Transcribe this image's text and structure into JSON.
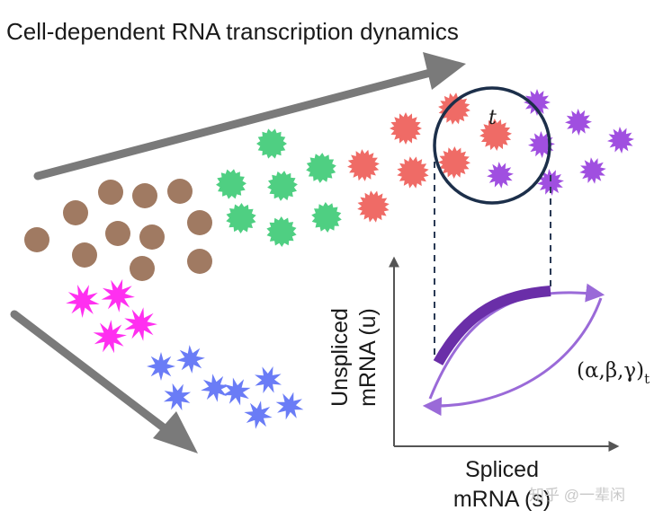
{
  "title": "Cell-dependent RNA transcription dynamics",
  "time_label": "t",
  "y_axis": {
    "line1": "Unspliced",
    "line2": "mRNA (u)"
  },
  "x_axis": {
    "line1": "Spliced",
    "line2": "mRNA (s)"
  },
  "rate_params": {
    "text": "(α,β,γ)",
    "subscript": "t"
  },
  "watermark": "知乎 @一辈闲",
  "colors": {
    "brown": "#a07a62",
    "green": "#4fcf82",
    "red": "#ef6b66",
    "purple": "#a04fe0",
    "magenta": "#ff2ff0",
    "blue": "#6a7cf6",
    "arrow": "#7a7a7a",
    "circle": "#1c2f4a",
    "curve": "#9a6ad8",
    "curve_bold": "#6a2ea8"
  },
  "icons": [
    "right-arrow-icon",
    "down-right-arrow-icon",
    "round-cell-icon",
    "spiky-cell-icon",
    "star-cell-icon"
  ]
}
